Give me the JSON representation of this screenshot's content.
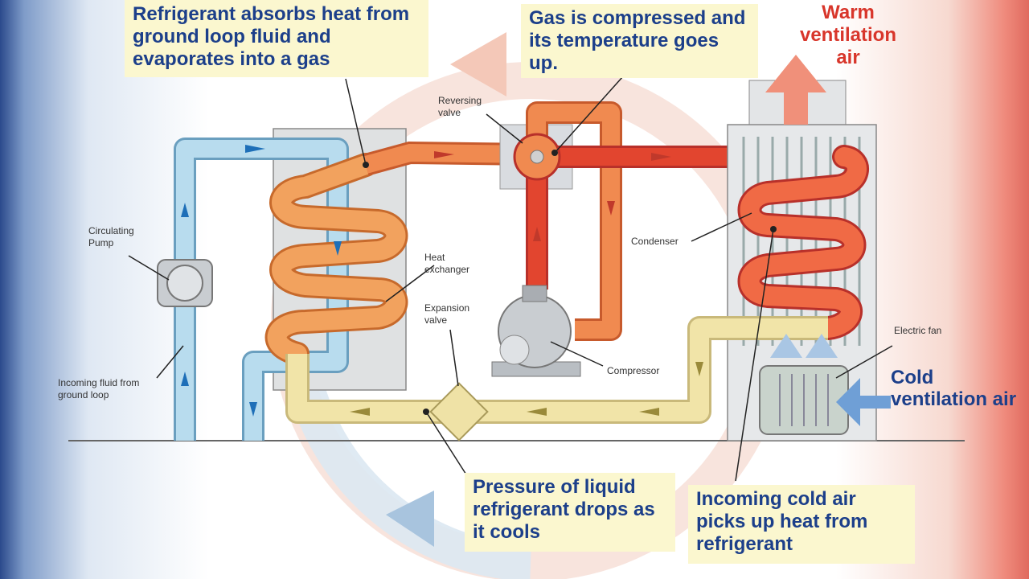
{
  "callouts": {
    "evaporate": "Refrigerant absorbs heat from ground loop fluid and evaporates into a gas",
    "compress": "Gas is compressed and its temperature goes up.",
    "pressure": "Pressure of liquid refrigerant drops as it cools",
    "cold_air": "Incoming cold air picks up heat from refrigerant"
  },
  "air": {
    "warm": "Warm ventilation air",
    "cold": "Cold ventilation air"
  },
  "labels": {
    "reversing_valve": "Reversing valve",
    "circulating_pump": "Circulating Pump",
    "heat_exchanger": "Heat exchanger",
    "expansion_valve": "Expansion valve",
    "condenser": "Condenser",
    "compressor": "Compressor",
    "electric_fan": "Electric fan",
    "incoming_fluid": "Incoming fluid from ground loop"
  },
  "colors": {
    "callout_text": "#1c3f8a",
    "callout_bg": "#fbf7cf",
    "hot_pipe": "#e2452f",
    "warm_pipe": "#f2a25e",
    "cold_pipe": "#a9d3e8",
    "liquid_pipe": "#f1e4a8",
    "warm_air": "#d8362b"
  }
}
